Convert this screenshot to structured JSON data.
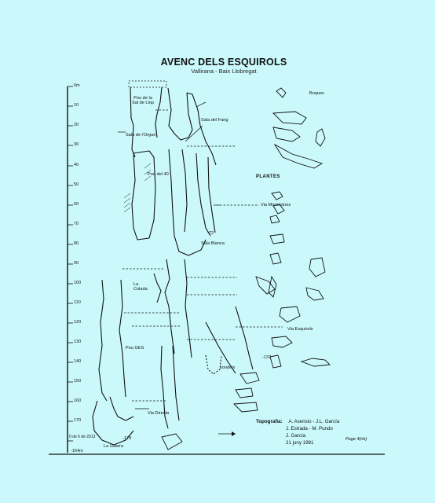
{
  "map": {
    "title": "AVENC DELS ESQUIROLS",
    "subtitle": "Vallirana - Baix Llobregat",
    "plantes_label": "PLANTES",
    "page_label": "Page 4(nb)",
    "depth_ticks": [
      "0m",
      "10",
      "20",
      "30",
      "40",
      "50",
      "60",
      "70",
      "80",
      "90",
      "100",
      "110",
      "120",
      "130",
      "140",
      "150",
      "160",
      "170",
      "-164m"
    ],
    "places": {
      "pou_sal_de_llop": "Pou de la\nSal de Llop",
      "sala_del_fang": "Sala del Fang",
      "sala_orgue": "Sala de l'Orgue",
      "pou_del_40": "Pou del 40",
      "via_montesinos": "Via Montesinos",
      "sala_blanca": "Sala Blanca",
      "la_colada": "La\nColada",
      "pou_ges": "Pou GES",
      "via_esquirols": "Via Esquirols",
      "sondeix": "sondeix",
      "via_directa": "Via Directa",
      "la_gatera": "La Gatera",
      "boques": "Boques",
      "date_left": "0 de 6 de 2013",
      "depth_72": "-72",
      "depth_137": "-137",
      "depth_178": "-178"
    },
    "credits": {
      "heading": "Topografia:",
      "line1": "A. Asensio - J.L. García",
      "line2": "J. Estrada - M. Pundo",
      "line3": "J. García",
      "date": "21 juny 1981"
    }
  }
}
